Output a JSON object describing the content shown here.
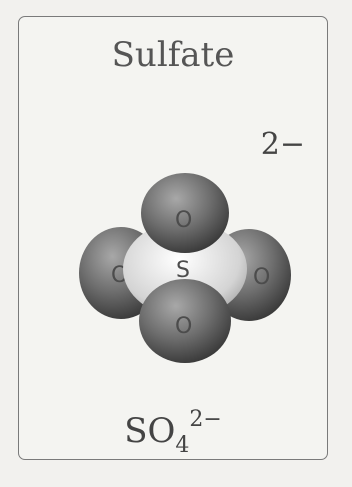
{
  "card": {
    "title": "Sulfate",
    "ion_charge": "2−",
    "formula": {
      "base": "SO",
      "subscript": "4",
      "superscript": "2−"
    }
  },
  "molecule": {
    "central_atom_label": "S",
    "outer_atom_labels": [
      "O",
      "O",
      "O",
      "O"
    ]
  },
  "colors": {
    "background": "#f2f1ee",
    "card_border": "#7a7a7a",
    "oxygen_fill": "#6e6e6e",
    "sulfur_fill": "#d4d4d4"
  }
}
